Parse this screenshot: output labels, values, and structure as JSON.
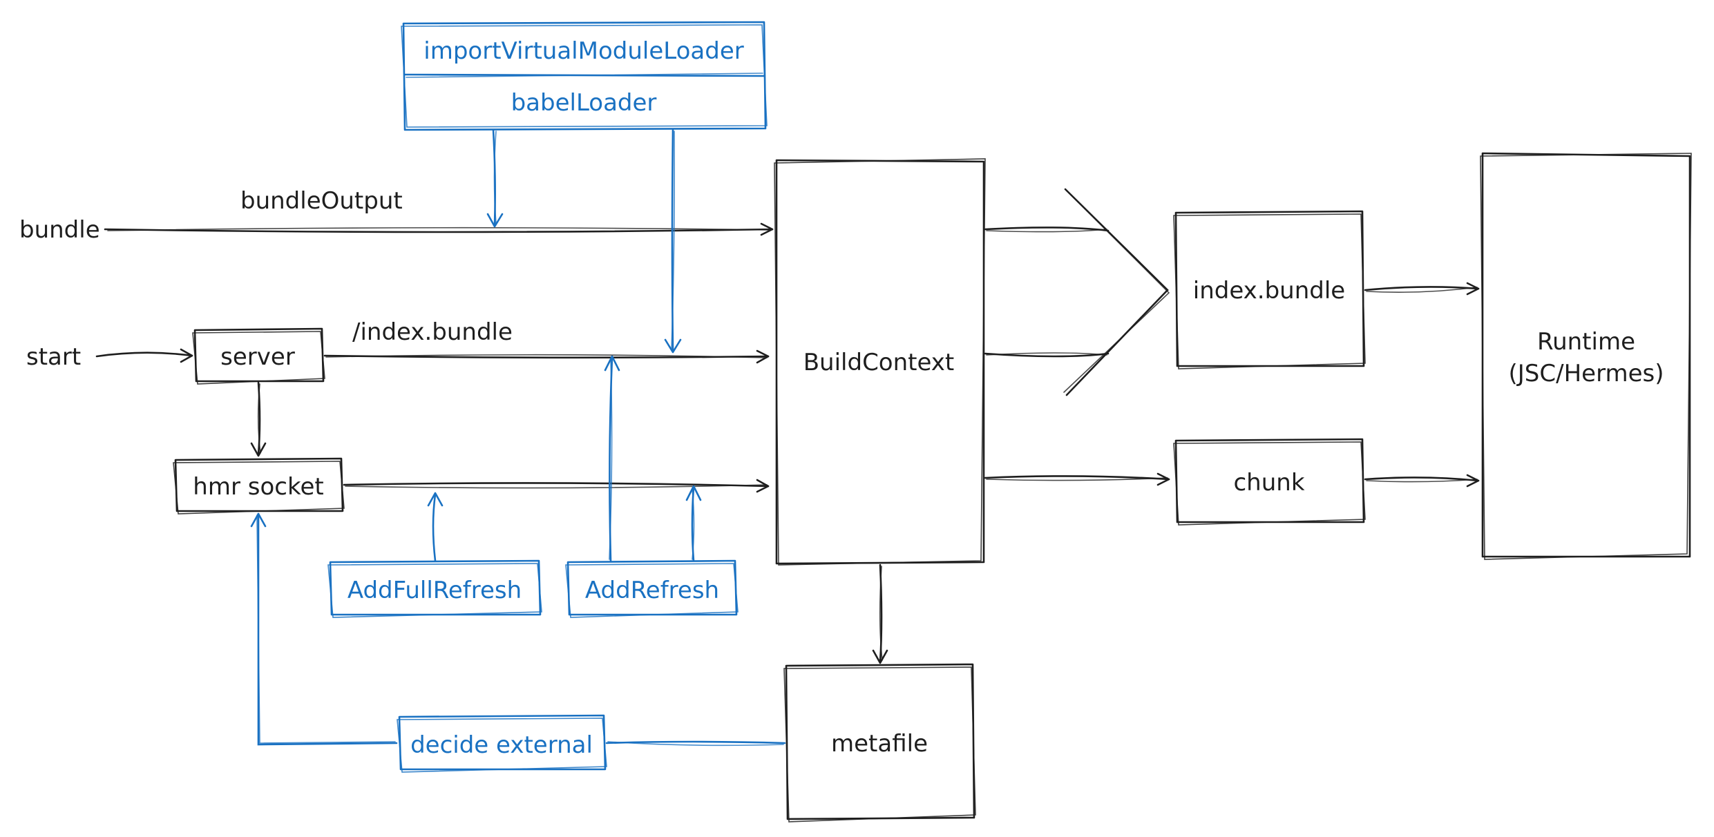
{
  "colors": {
    "ink": "#1e1e1e",
    "accent": "#1971c2",
    "background": "#ffffff"
  },
  "nodes": {
    "import_virtual_module_loader": "importVirtualModuleLoader",
    "babel_loader": "babelLoader",
    "bundle": "bundle",
    "bundle_output": "bundleOutput",
    "start": "start",
    "server": "server",
    "index_bundle_path": "/index.bundle",
    "hmr_socket": "hmr socket",
    "add_full_refresh": "AddFullRefresh",
    "add_refresh": "AddRefresh",
    "build_context": "BuildContext",
    "index_bundle": "index.bundle",
    "chunk": "chunk",
    "runtime_line1": "Runtime",
    "runtime_line2": "(JSC/Hermes)",
    "metafile": "metafile",
    "decide_external": "decide external"
  },
  "edges": [
    {
      "from": "bundle",
      "to": "BuildContext",
      "label": "bundleOutput"
    },
    {
      "from": "start",
      "to": "server"
    },
    {
      "from": "server",
      "to": "BuildContext",
      "label": "/index.bundle"
    },
    {
      "from": "server",
      "to": "hmr socket"
    },
    {
      "from": "hmr socket",
      "to": "BuildContext"
    },
    {
      "from": "importVirtualModuleLoader",
      "to": "bundle edge"
    },
    {
      "from": "babelLoader",
      "to": "/index.bundle edge"
    },
    {
      "from": "AddFullRefresh",
      "to": "hmr socket edge"
    },
    {
      "from": "AddRefresh",
      "to": "/index.bundle edge"
    },
    {
      "from": "AddRefresh",
      "to": "hmr socket edge"
    },
    {
      "from": "BuildContext",
      "to": "index.bundle"
    },
    {
      "from": "BuildContext",
      "to": "chunk"
    },
    {
      "from": "BuildContext",
      "to": "metafile"
    },
    {
      "from": "index.bundle",
      "to": "Runtime"
    },
    {
      "from": "chunk",
      "to": "Runtime"
    },
    {
      "from": "metafile",
      "to": "hmr socket",
      "via": "decide external"
    }
  ]
}
